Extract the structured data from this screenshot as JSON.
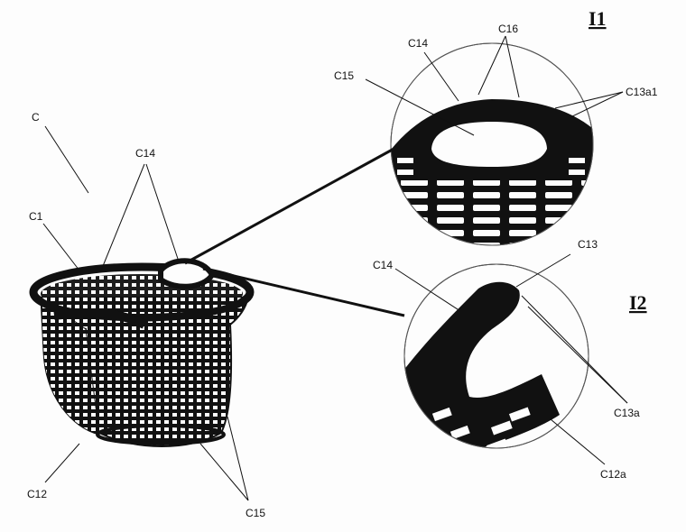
{
  "labels": {
    "c": "C",
    "c1": "C1",
    "c12": "C12",
    "c14_main": "C14",
    "c15_main": "C15",
    "c14_detail1": "C14",
    "c15_detail1": "C15",
    "c16": "C16",
    "c13a1": "C13a1",
    "c14_detail2": "C14",
    "c13": "C13",
    "c13a": "C13a",
    "c12a": "C12a"
  },
  "detail_titles": {
    "i1": "I1",
    "i2": "I2"
  }
}
